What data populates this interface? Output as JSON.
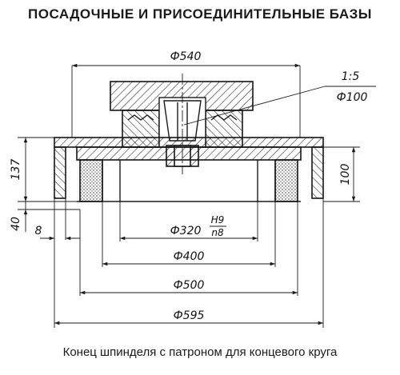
{
  "title": "ПОСАДОЧНЫЕ И ПРИСОЕДИНИТЕЛЬНЫЕ БАЗЫ",
  "caption": "Конец шпинделя с патроном для концевого круга",
  "dimensions": {
    "d540": "Ф540",
    "taper": "1:5",
    "d100": "Ф100",
    "h137": "137",
    "h100": "100",
    "h40": "40",
    "w8": "8",
    "d320": "Ф320",
    "fit_hole": "H9",
    "fit_shaft": "n8",
    "d400": "Ф400",
    "d500": "Ф500",
    "d595": "Ф595"
  },
  "colors": {
    "ink": "#1a1a1a",
    "background": "#ffffff"
  }
}
